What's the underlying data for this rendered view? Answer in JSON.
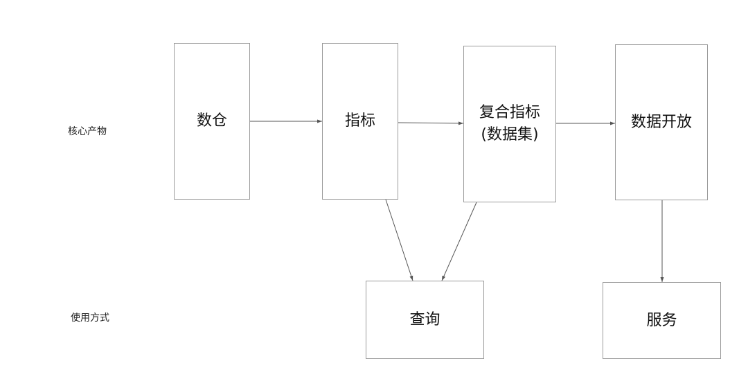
{
  "rows": {
    "top_label": "核心产物",
    "bottom_label": "使用方式"
  },
  "nodes": {
    "warehouse": "数仓",
    "metric": "指标",
    "composite_metric_line1": "复合指标",
    "composite_metric_line2": "(数据集)",
    "data_open": "数据开放",
    "query": "查询",
    "service": "服务"
  },
  "edges": [
    {
      "from": "数仓",
      "to": "指标"
    },
    {
      "from": "指标",
      "to": "复合指标(数据集)"
    },
    {
      "from": "复合指标(数据集)",
      "to": "数据开放"
    },
    {
      "from": "指标",
      "to": "查询"
    },
    {
      "from": "复合指标(数据集)",
      "to": "查询"
    },
    {
      "from": "数据开放",
      "to": "服务"
    }
  ],
  "colors": {
    "box_border": "#9a9a9a",
    "arrow": "#555555",
    "text": "#111111"
  }
}
